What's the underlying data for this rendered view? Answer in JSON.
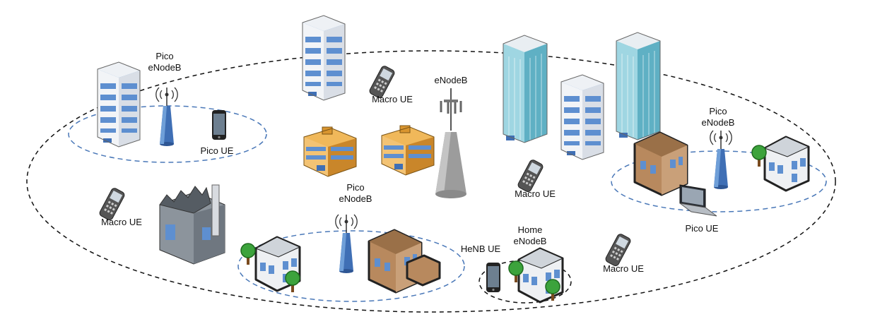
{
  "labels": {
    "pico_enb_1": [
      "Pico",
      "eNodeB"
    ],
    "pico_ue_1": "Pico UE",
    "macro_ue_top": "Macro UE",
    "macro_enb": "eNodeB",
    "pico_enb_2": [
      "Pico",
      "eNodeB"
    ],
    "pico_ue_2": "Pico UE",
    "macro_ue_left": "Macro UE",
    "pico_enb_3": [
      "Pico",
      "eNodeB"
    ],
    "macro_ue_center": "Macro UE",
    "henb_ue": "HeNB UE",
    "home_enb": [
      "Home",
      "eNodeB"
    ],
    "macro_ue_right": "Macro UE"
  },
  "colors": {
    "macro_boundary": "#111111",
    "small_cell_boundary": "#4a78b8",
    "building_blue": "#6f9fd8",
    "glass_building": "#7ec4d4",
    "orange_building": "#e7a23c",
    "house_brown": "#b8895e",
    "antenna_blue": "#3f6fb5",
    "macro_tower": "#9c9c9c"
  },
  "icons": [
    "office-tower-icon",
    "glass-tower-icon",
    "low-rise-office-icon",
    "factory-icon",
    "house-icon",
    "tree-icon",
    "macro-tower-icon",
    "pico-antenna-icon",
    "feature-phone-icon",
    "smartphone-icon",
    "laptop-icon"
  ]
}
